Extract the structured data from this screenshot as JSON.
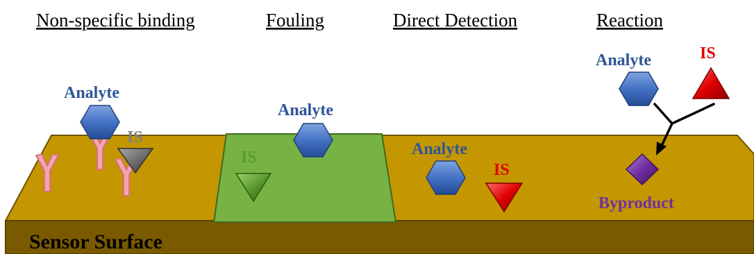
{
  "headings": {
    "nonspecific": "Non-specific  binding",
    "fouling": "Fouling",
    "direct": "Direct  Detection",
    "reaction": "Reaction"
  },
  "labels": {
    "analyte_nonspecific": "Analyte",
    "is_nonspecific": "IS",
    "analyte_fouling": "Analyte",
    "is_fouling": "IS",
    "analyte_direct": "Analyte",
    "is_direct": "IS",
    "analyte_reaction": "Analyte",
    "is_reaction": "IS",
    "byproduct": "Byproduct"
  },
  "surface_label": "Sensor Surface",
  "colors": {
    "surface_top": "#C49600",
    "surface_front": "#7A5A00",
    "fouling_layer": "#77B244",
    "analyte": "#4472C4",
    "analyte_text": "#2E5597",
    "is_gray": "#7F7F7F",
    "is_green": "#5A9A2C",
    "is_red": "#E00000",
    "byproduct": "#7030A0",
    "antibody": "#F4A6B0"
  },
  "icons": {
    "analyte": "hexagon",
    "internal_standard": "triangle",
    "antibody": "y-shape",
    "byproduct": "diamond"
  }
}
